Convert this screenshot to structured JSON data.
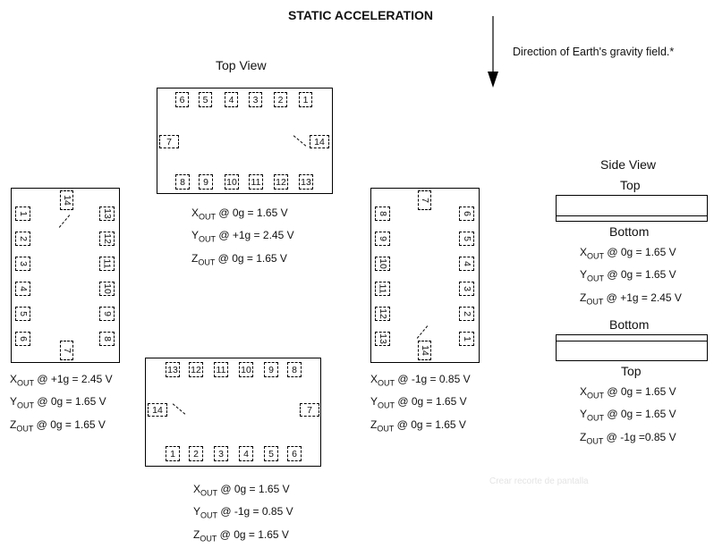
{
  "title": "STATIC ACCELERATION",
  "gravity_note": "Direction of Earth's gravity field.*",
  "top_view_caption": "Top View",
  "side_view_caption": "Side View",
  "watermark": "Crear recorte de pantalla",
  "chips": {
    "top": {
      "pins_top": [
        "6",
        "5",
        "4",
        "3",
        "2",
        "1"
      ],
      "pins_bottom": [
        "8",
        "9",
        "10",
        "11",
        "12",
        "13"
      ],
      "pin_left": "7",
      "pin_right": "14",
      "readout": [
        {
          "axis": "X",
          "sub": "OUT",
          "value": "@ 0g = 1.65 V"
        },
        {
          "axis": "Y",
          "sub": "OUT",
          "value": "@ +1g = 2.45 V"
        },
        {
          "axis": "Z",
          "sub": "OUT",
          "value": "@ 0g = 1.65 V"
        }
      ]
    },
    "left": {
      "pins_left": [
        "1",
        "2",
        "3",
        "4",
        "5",
        "6"
      ],
      "pins_right": [
        "13",
        "12",
        "11",
        "10",
        "9",
        "8"
      ],
      "pin_top": "14",
      "pin_bottom": "7",
      "readout": [
        {
          "axis": "X",
          "sub": "OUT",
          "value": "@ +1g = 2.45 V"
        },
        {
          "axis": "Y",
          "sub": "OUT",
          "value": "@ 0g = 1.65 V"
        },
        {
          "axis": "Z",
          "sub": "OUT",
          "value": "@ 0g = 1.65 V"
        }
      ]
    },
    "bottom": {
      "pins_top": [
        "13",
        "12",
        "11",
        "10",
        "9",
        "8"
      ],
      "pins_bottom": [
        "1",
        "2",
        "3",
        "4",
        "5",
        "6"
      ],
      "pin_left": "14",
      "pin_right": "7",
      "readout": [
        {
          "axis": "X",
          "sub": "OUT",
          "value": "@ 0g = 1.65 V"
        },
        {
          "axis": "Y",
          "sub": "OUT",
          "value": "@ -1g = 0.85 V"
        },
        {
          "axis": "Z",
          "sub": "OUT",
          "value": "@ 0g = 1.65 V"
        }
      ]
    },
    "right": {
      "pins_left": [
        "8",
        "9",
        "10",
        "11",
        "12",
        "13"
      ],
      "pins_right": [
        "6",
        "5",
        "4",
        "3",
        "2",
        "1"
      ],
      "pin_top": "7",
      "pin_bottom": "14",
      "readout": [
        {
          "axis": "X",
          "sub": "OUT",
          "value": "@ -1g = 0.85 V"
        },
        {
          "axis": "Y",
          "sub": "OUT",
          "value": "@ 0g = 1.65 V"
        },
        {
          "axis": "Z",
          "sub": "OUT",
          "value": "@ 0g = 1.65 V"
        }
      ]
    }
  },
  "side_views": [
    {
      "top_label": "Top",
      "bottom_label": "Bottom",
      "readout": [
        {
          "axis": "X",
          "sub": "OUT",
          "value": "@ 0g = 1.65 V"
        },
        {
          "axis": "Y",
          "sub": "OUT",
          "value": "@ 0g = 1.65 V"
        },
        {
          "axis": "Z",
          "sub": "OUT",
          "value": "@ +1g = 2.45 V"
        }
      ]
    },
    {
      "top_label": "Bottom",
      "bottom_label": "Top",
      "readout": [
        {
          "axis": "X",
          "sub": "OUT",
          "value": "@ 0g = 1.65 V"
        },
        {
          "axis": "Y",
          "sub": "OUT",
          "value": "@ 0g = 1.65 V"
        },
        {
          "axis": "Z",
          "sub": "OUT",
          "value": "@ -1g =0.85 V"
        }
      ]
    }
  ]
}
